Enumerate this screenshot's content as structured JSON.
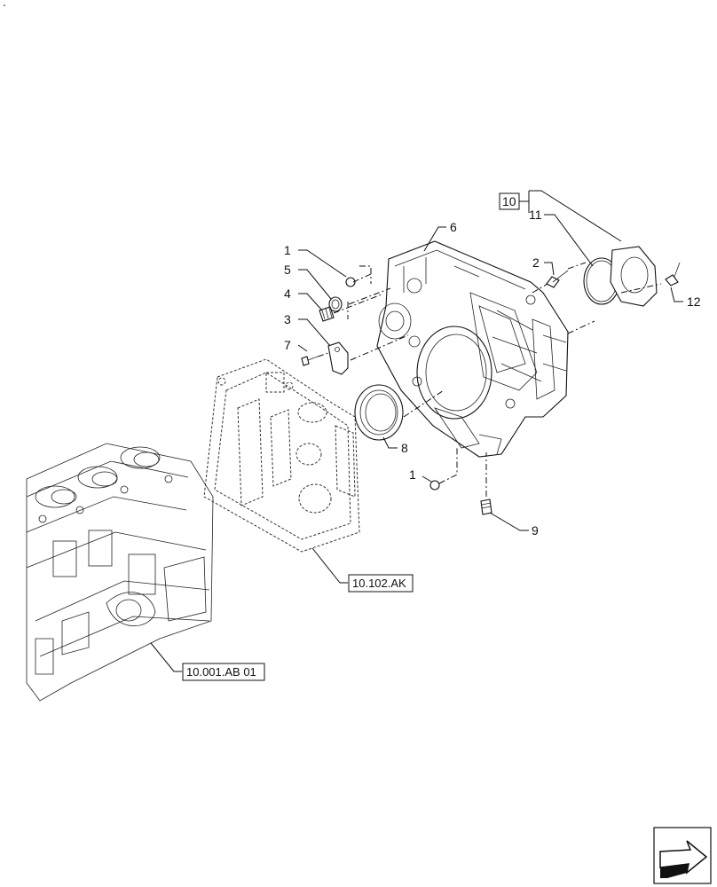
{
  "corner_mark": ".",
  "callouts": {
    "c1a": "1",
    "c5": "5",
    "c4": "4",
    "c3": "3",
    "c7": "7",
    "c2": "2",
    "c6": "6",
    "c8": "8",
    "c1b": "1",
    "c9": "9",
    "c10": "10",
    "c11": "11",
    "c12": "12"
  },
  "references": {
    "timing_plate": "10.102.AK",
    "engine_block": "10.001.AB 01"
  },
  "nav_icon": "next-page-arrow-icon"
}
